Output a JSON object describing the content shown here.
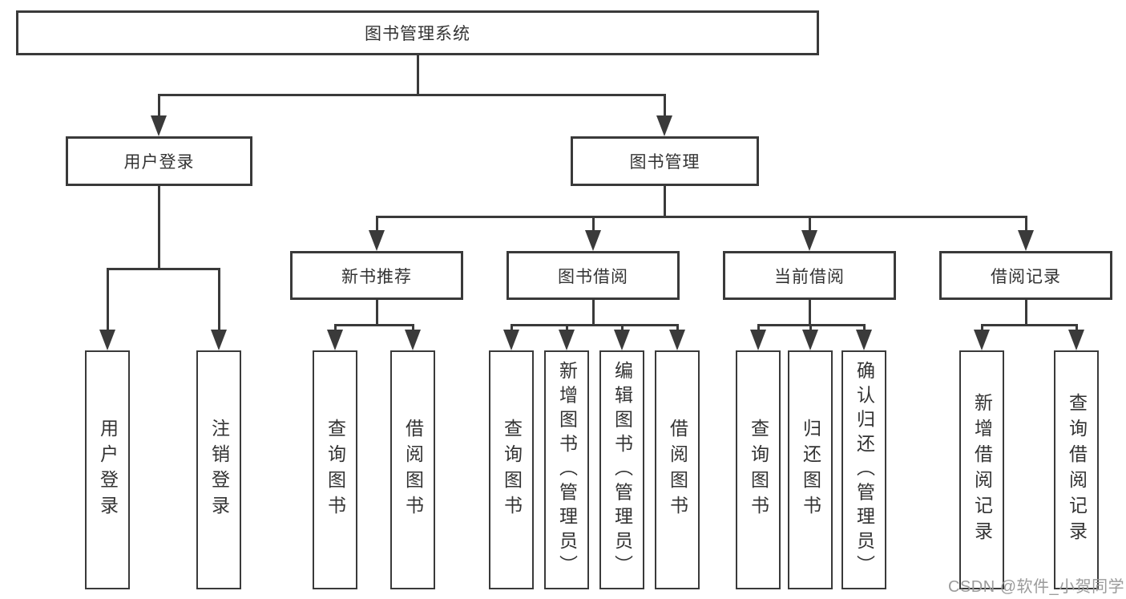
{
  "watermark": "CSDN @软件_小贺同学",
  "colors": {
    "line": "#3a3a3a",
    "text": "#333333",
    "watermark": "#9b9b9b",
    "background": "#ffffff"
  },
  "tree": {
    "root": {
      "label": "图书管理系统"
    },
    "branches": [
      {
        "label": "用户登录",
        "children": [
          "用户登录",
          "注销登录"
        ]
      },
      {
        "label": "图书管理",
        "children": [
          {
            "label": "新书推荐",
            "children": [
              "查询图书",
              "借阅图书"
            ]
          },
          {
            "label": "图书借阅",
            "children": [
              "查询图书",
              "新增图书（管理员）",
              "编辑图书（管理员）",
              "借阅图书"
            ]
          },
          {
            "label": "当前借阅",
            "children": [
              "查询图书",
              "归还图书",
              "确认归还（管理员）"
            ]
          },
          {
            "label": "借阅记录",
            "children": [
              "新增借阅记录",
              "查询借阅记录"
            ]
          }
        ]
      }
    ]
  }
}
